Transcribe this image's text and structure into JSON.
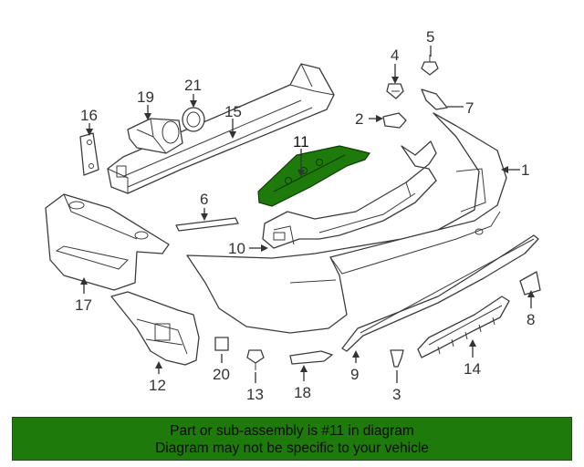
{
  "diagram": {
    "callouts": {
      "c1": "1",
      "c2": "2",
      "c3": "3",
      "c4": "4",
      "c5": "5",
      "c6": "6",
      "c7": "7",
      "c8": "8",
      "c9": "9",
      "c10": "10",
      "c11": "11",
      "c12": "12",
      "c13": "13",
      "c14": "14",
      "c15": "15",
      "c16": "16",
      "c17": "17",
      "c18": "18",
      "c19": "19",
      "c20": "20",
      "c21": "21"
    },
    "highlighted_part": "11",
    "highlight_color": "#1e7b0b"
  },
  "banner": {
    "line1": "Part or sub-assembly is #11 in diagram",
    "line2": "Diagram may not be specific to your vehicle",
    "background_color": "#1e7b0b"
  }
}
